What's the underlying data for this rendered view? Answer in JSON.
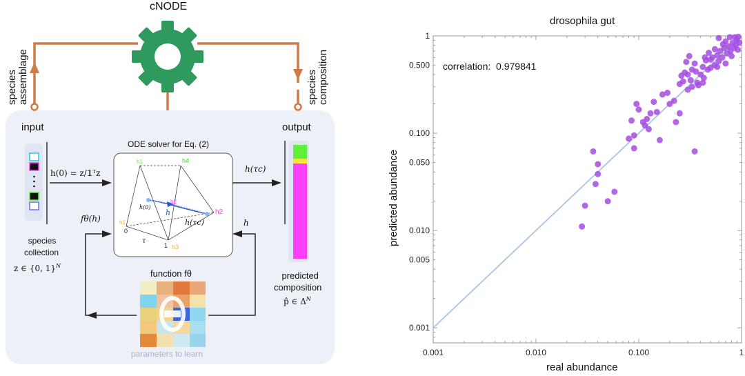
{
  "diagram": {
    "title": "cNODE",
    "left_arrow_label": [
      "species",
      "assemblage"
    ],
    "right_arrow_label": [
      "species",
      "composition"
    ],
    "input_label": "input",
    "output_label": "output",
    "species_collection": [
      "species",
      "collection"
    ],
    "species_set": "z ∈ {0, 1}",
    "species_set_sup": "N",
    "ode_title": "ODE solver for Eq. (2)",
    "init_eq": "h(0) = z/𝟙ᵀz",
    "h_tau_c": "h(τc)",
    "f_theta_h": "fθ(h)",
    "h_label": "h",
    "function_label": "function fθ",
    "parameters_label": "parameters to learn",
    "predicted_composition": [
      "predicted",
      "composition"
    ],
    "p_hat": "p̂ ∈ Δ",
    "p_hat_sup": "N",
    "simplex": {
      "h1": "h1",
      "h2": "h2",
      "h3": "h3",
      "h4": "h4",
      "h0": "h(0)",
      "h": "h",
      "htc": "h(τc)",
      "zero": "0",
      "one": "1",
      "tau": "τ"
    },
    "colors": {
      "orange": "#d07a45",
      "gear": "#2f9a5e",
      "magenta": "#ff3dfc",
      "green": "#5ef03a",
      "yellow": "#f5e43a",
      "purple": "#a54de0",
      "line": "#9fc4e8"
    }
  },
  "chart_data": {
    "type": "scatter",
    "title": "drosophila gut",
    "xlabel": "real abundance",
    "ylabel": "predicted abundance",
    "xscale": "log",
    "yscale": "log",
    "xlim": [
      0.001,
      1
    ],
    "ylim": [
      0.0007,
      1
    ],
    "xticks": [
      "0.001",
      "0.010",
      "0.100",
      "1"
    ],
    "yticks": [
      "0.001",
      "0.005",
      "0.010",
      "0.050",
      "0.100",
      "0.500",
      "1"
    ],
    "annotation_label": "correlation:",
    "annotation_value": "0.979841",
    "reference_line": "y = x",
    "points": [
      [
        0.028,
        0.011
      ],
      [
        0.03,
        0.018
      ],
      [
        0.038,
        0.03
      ],
      [
        0.05,
        0.02
      ],
      [
        0.058,
        0.025
      ],
      [
        0.036,
        0.065
      ],
      [
        0.04,
        0.048
      ],
      [
        0.04,
        0.038
      ],
      [
        0.08,
        0.088
      ],
      [
        0.085,
        0.135
      ],
      [
        0.09,
        0.095
      ],
      [
        0.09,
        0.07
      ],
      [
        0.095,
        0.2
      ],
      [
        0.1,
        0.175
      ],
      [
        0.11,
        0.13
      ],
      [
        0.12,
        0.14
      ],
      [
        0.115,
        0.12
      ],
      [
        0.13,
        0.16
      ],
      [
        0.125,
        0.11
      ],
      [
        0.14,
        0.21
      ],
      [
        0.15,
        0.165
      ],
      [
        0.16,
        0.085
      ],
      [
        0.17,
        0.25
      ],
      [
        0.19,
        0.26
      ],
      [
        0.2,
        0.2
      ],
      [
        0.23,
        0.13
      ],
      [
        0.25,
        0.16
      ],
      [
        0.22,
        0.215
      ],
      [
        0.25,
        0.32
      ],
      [
        0.27,
        0.34
      ],
      [
        0.28,
        0.42
      ],
      [
        0.3,
        0.28
      ],
      [
        0.32,
        0.35
      ],
      [
        0.33,
        0.45
      ],
      [
        0.35,
        0.52
      ],
      [
        0.35,
        0.065
      ],
      [
        0.37,
        0.33
      ],
      [
        0.38,
        0.31
      ],
      [
        0.4,
        0.4
      ],
      [
        0.42,
        0.48
      ],
      [
        0.43,
        0.37
      ],
      [
        0.45,
        0.56
      ],
      [
        0.47,
        0.45
      ],
      [
        0.5,
        0.47
      ],
      [
        0.52,
        0.6
      ],
      [
        0.55,
        0.5
      ],
      [
        0.58,
        0.63
      ],
      [
        0.6,
        0.55
      ],
      [
        0.62,
        0.7
      ],
      [
        0.65,
        0.6
      ],
      [
        0.68,
        0.75
      ],
      [
        0.7,
        0.52
      ],
      [
        0.72,
        0.66
      ],
      [
        0.75,
        0.78
      ],
      [
        0.78,
        0.7
      ],
      [
        0.8,
        0.62
      ],
      [
        0.82,
        0.85
      ],
      [
        0.85,
        0.75
      ],
      [
        0.88,
        0.8
      ],
      [
        0.9,
        0.92
      ],
      [
        0.93,
        0.98
      ],
      [
        0.66,
        0.82
      ],
      [
        0.55,
        0.73
      ],
      [
        0.48,
        0.67
      ],
      [
        0.44,
        0.6
      ],
      [
        0.36,
        0.43
      ],
      [
        0.3,
        0.4
      ],
      [
        0.29,
        0.54
      ],
      [
        0.31,
        0.62
      ],
      [
        0.42,
        0.33
      ],
      [
        0.33,
        0.3
      ],
      [
        0.26,
        0.39
      ],
      [
        0.6,
        0.95
      ],
      [
        0.7,
        0.88
      ],
      [
        0.77,
        0.97
      ],
      [
        0.86,
        0.97
      ],
      [
        0.95,
        0.85
      ],
      [
        0.92,
        0.72
      ],
      [
        0.58,
        0.48
      ],
      [
        0.5,
        0.57
      ]
    ],
    "point_color": "#a54de0",
    "line_color": "#a7c5e8"
  }
}
